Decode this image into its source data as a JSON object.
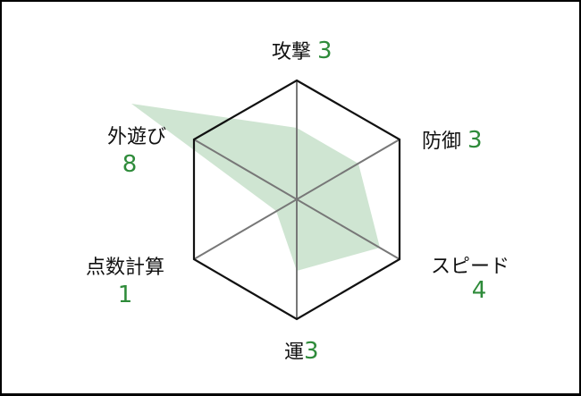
{
  "chart_data": {
    "type": "radar",
    "title": "",
    "max": 5,
    "categories": [
      "攻撃",
      "防御",
      "スピード",
      "運",
      "点数計算",
      "外遊び"
    ],
    "values": [
      3,
      3,
      4,
      3,
      1,
      8
    ],
    "fill_color": "#cfe5d2",
    "value_color": "#2e8b3a"
  },
  "labels": {
    "attack": {
      "name": "攻撃",
      "value": "3"
    },
    "defense": {
      "name": "防御",
      "value": "3"
    },
    "speed": {
      "name": "スピード",
      "value": "4"
    },
    "luck": {
      "name": "運",
      "value": "3"
    },
    "scoring": {
      "name": "点数計算",
      "value": "1"
    },
    "outdoor": {
      "name": "外遊び",
      "value": "8"
    }
  }
}
